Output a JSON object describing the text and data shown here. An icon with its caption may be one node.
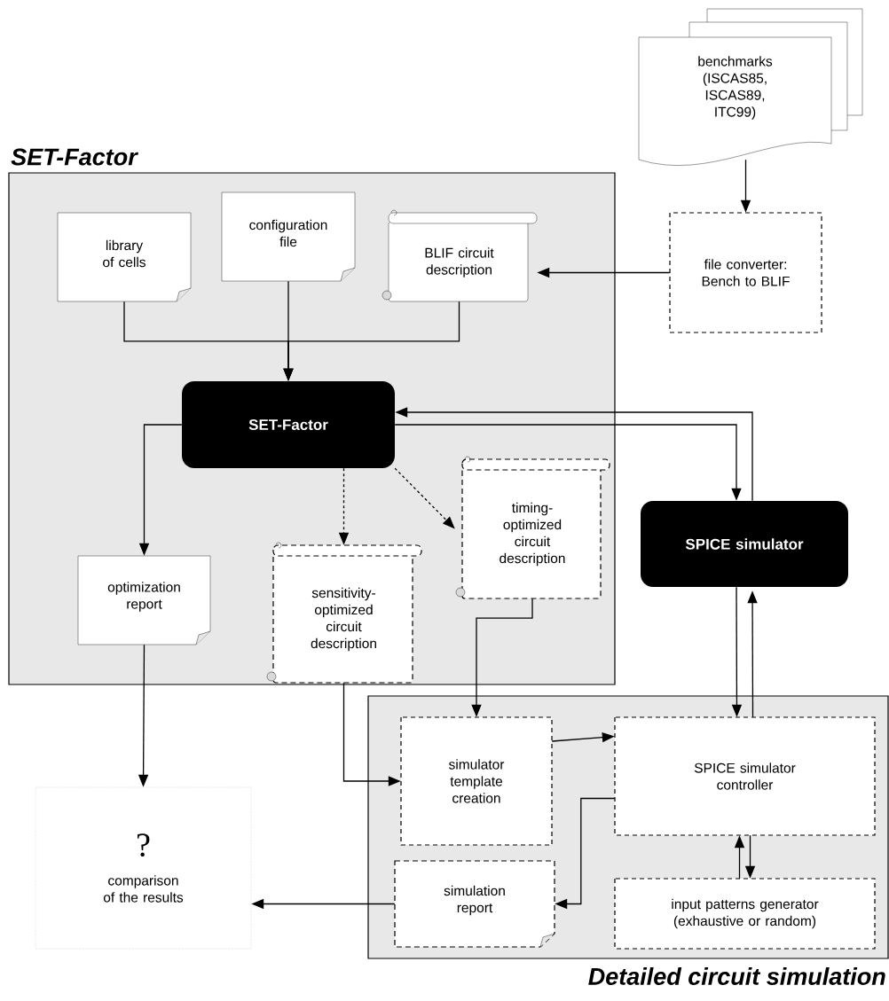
{
  "diagram": {
    "nodes": [
      {
        "text": [
          "SET-Factor"
        ]
      },
      {
        "text": [
          "library of cells"
        ],
        "in": 0
      },
      {
        "text": [
          "configuration file"
        ],
        "in": 0
      },
      {
        "text": [
          "BLIF circuit description"
        ],
        "in": 0
      },
      {
        "text": [
          "SET-Factor"
        ],
        "in": 0
      },
      {
        "text": [
          "optimization report"
        ],
        "in": 0
      },
      {
        "text": [
          "sensitivity-optimized circuit description"
        ],
        "in": 0
      },
      {
        "text": [
          "timing-optimized circuit description"
        ],
        "in": 0
      },
      {
        "text": [
          "benchmarks (ISCAS85, ISCAS89, ITC99)"
        ]
      },
      {
        "text": [
          "file converter: Bench to BLIF"
        ]
      },
      {
        "text": [
          "SPICE simulator"
        ]
      },
      {
        "text": [
          "Detailed circuit simulation"
        ]
      },
      {
        "text": [
          "simulator template creation"
        ],
        "in": 11
      },
      {
        "text": [
          "SPICE simulator controller"
        ],
        "in": 11
      },
      {
        "text": [
          "simulation report"
        ],
        "in": 11
      },
      {
        "text": [
          "input patterns generator (exhaustive or random)"
        ],
        "in": 11
      },
      {
        "text": [
          "?",
          "comparison of the results"
        ]
      }
    ],
    "edges": [
      {
        "from": 1,
        "to": 4,
        "arrow": "to"
      },
      {
        "from": 2,
        "to": 4,
        "arrow": "to"
      },
      {
        "from": 3,
        "to": 4,
        "arrow": "to"
      },
      {
        "from": 8,
        "to": 9,
        "arrow": "to"
      },
      {
        "from": 9,
        "to": 3,
        "arrow": "to"
      },
      {
        "from": 4,
        "to": 5,
        "arrow": "to"
      },
      {
        "from": 4,
        "to": 6,
        "arrow": "to",
        "style": "dashed"
      },
      {
        "from": 4,
        "to": 7,
        "arrow": "to",
        "style": "dashed"
      },
      {
        "from": 4,
        "to": 10,
        "arrow": "to"
      },
      {
        "from": 10,
        "to": 4,
        "arrow": "to"
      },
      {
        "from": 10,
        "to": 13,
        "arrow": "to"
      },
      {
        "from": 13,
        "to": 10,
        "arrow": "to"
      },
      {
        "from": 7,
        "to": 12,
        "arrow": "to"
      },
      {
        "from": 6,
        "to": 12,
        "arrow": "to"
      },
      {
        "from": 12,
        "to": 13,
        "arrow": "to"
      },
      {
        "from": 13,
        "to": 14,
        "arrow": "to"
      },
      {
        "from": 13,
        "to": 15,
        "arrow": "to"
      },
      {
        "from": 15,
        "to": 13,
        "arrow": "to"
      },
      {
        "from": 5,
        "to": 16,
        "arrow": "to"
      },
      {
        "from": 14,
        "to": 16,
        "arrow": "to"
      }
    ]
  }
}
